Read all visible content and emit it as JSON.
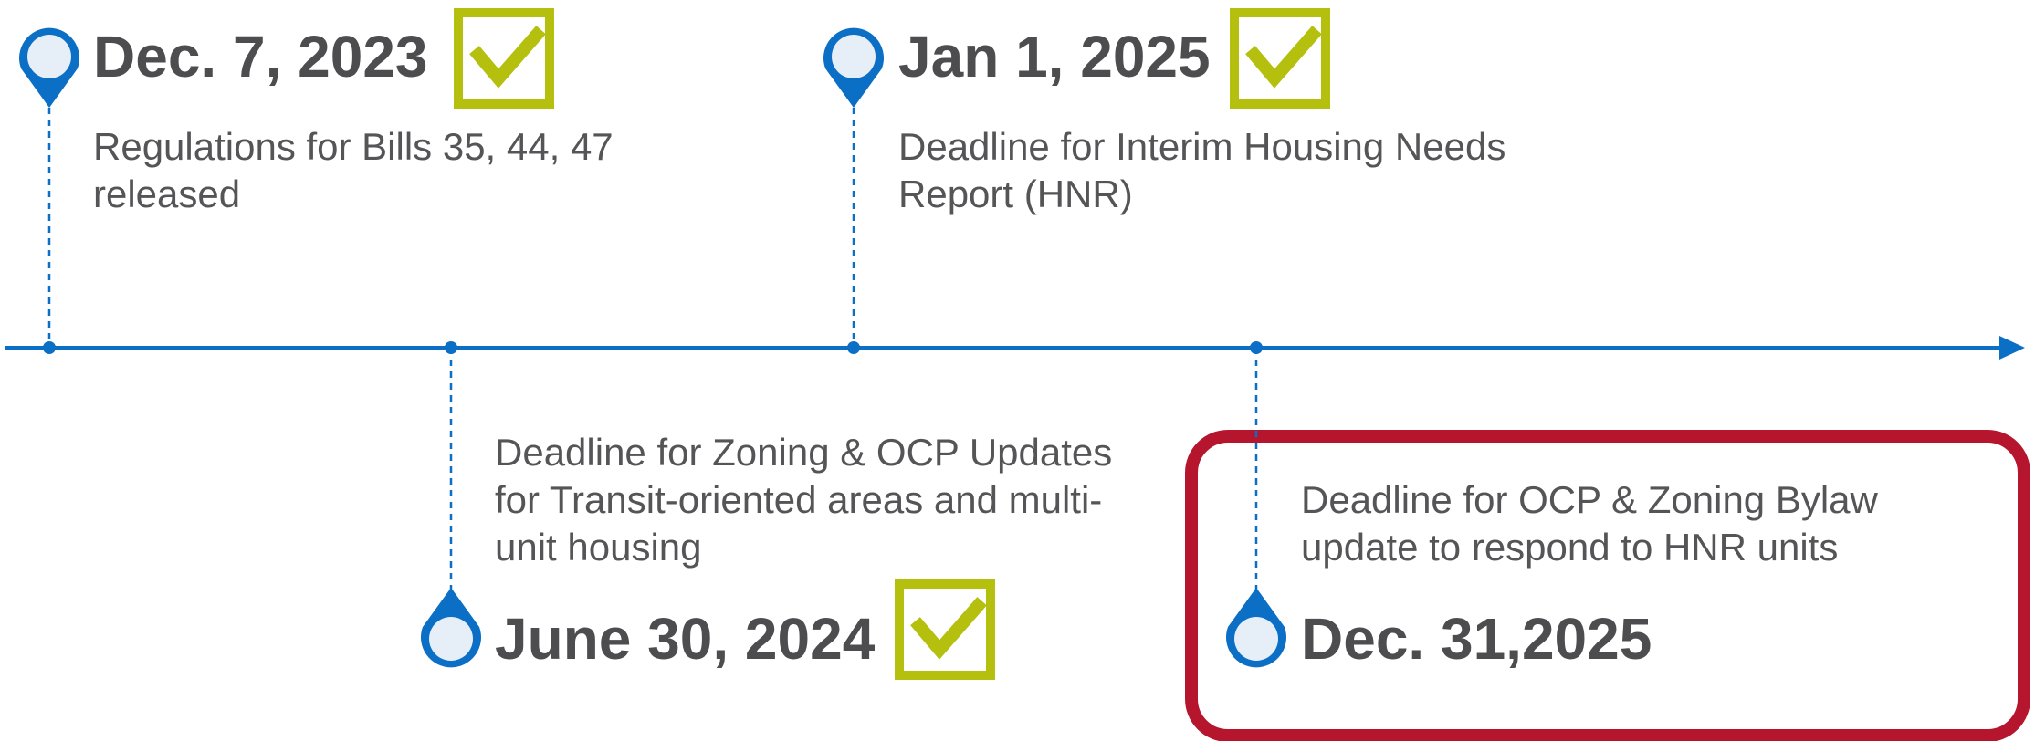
{
  "colors": {
    "axis": "#0b6fc5",
    "pin": "#0b6fc5",
    "pin_fill": "#e6eef7",
    "check": "#b4c00d",
    "highlight_box": "#b5152d",
    "text": "#4d4d4f"
  },
  "milestones": [
    {
      "date": "Dec. 7, 2023",
      "description_lines": [
        "Regulations for Bills 35, 44, 47",
        "released"
      ],
      "completed": true
    },
    {
      "date": "June 30, 2024",
      "description_lines": [
        "Deadline for Zoning & OCP Updates",
        "for Transit-oriented areas and multi-",
        "unit housing"
      ],
      "completed": true
    },
    {
      "date": "Jan 1, 2025",
      "description_lines": [
        "Deadline for Interim Housing Needs",
        "Report (HNR)"
      ],
      "completed": true
    },
    {
      "date": "Dec. 31,2025",
      "description_lines": [
        "Deadline for OCP & Zoning Bylaw",
        "update to respond to HNR units"
      ],
      "completed": false,
      "highlighted": true
    }
  ]
}
